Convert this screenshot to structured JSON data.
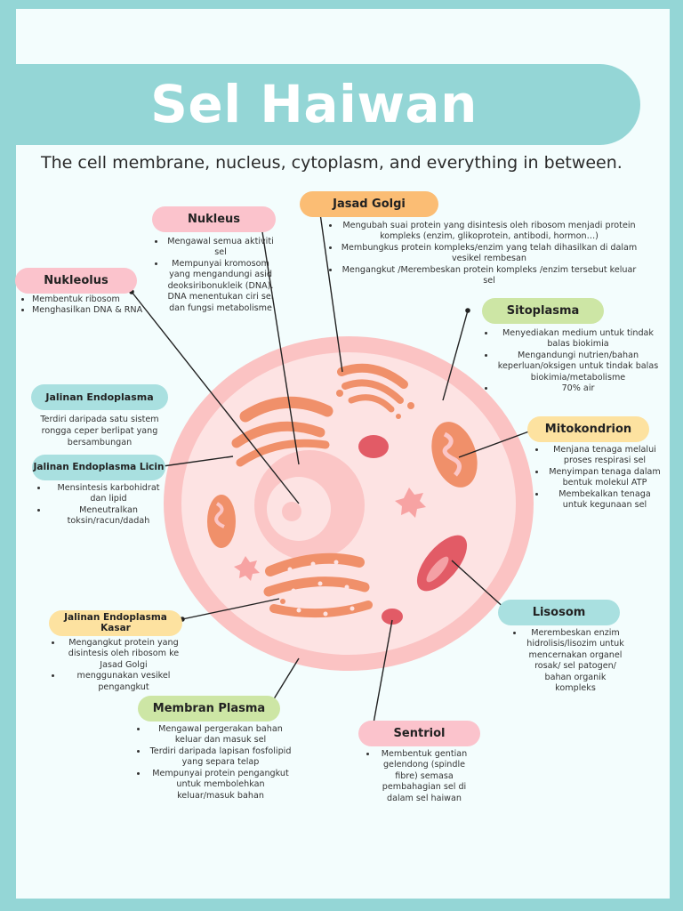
{
  "title": "Sel Haiwan",
  "subtitle": "The cell membrane, nucleus, cytoplasm, and everything in between.",
  "colors": {
    "frame": "#94d6d6",
    "background": "#f3fdfd",
    "pink_label": "#fbc3cc",
    "orange_label": "#fbbd74",
    "green_label": "#cde6a5",
    "yellow_label": "#fde2a0",
    "teal_label": "#a9e0e0",
    "organelle_orange": "#f0906a",
    "organelle_red": "#e25b66",
    "cell_pink": "#fbc3c3"
  },
  "labels": {
    "jasad_golgi": {
      "title": "Jasad Golgi",
      "items": [
        "Mengubah suai protein yang disintesis oleh ribosom menjadi protein kompleks (enzim, glikoprotein, antibodi, hormon…)",
        "Membungkus protein kompleks/enzim yang telah dihasilkan di dalam vesikel rembesan",
        "Mengangkut /Merembeskan protein kompleks /enzim tersebut keluar sel"
      ]
    },
    "nukleus": {
      "title": "Nukleus",
      "items": [
        "Mengawal semua aktiviti sel",
        "Mempunyai kromosom yang mengandungi asid deoksiribonukleik (DNA). DNA menentukan ciri sel dan fungsi metabolisme"
      ]
    },
    "nukleolus": {
      "title": "Nukleolus",
      "items": [
        "Membentuk ribosom",
        "Menghasilkan DNA & RNA"
      ]
    },
    "sitoplasma": {
      "title": "Sitoplasma",
      "items": [
        "Menyediakan medium untuk tindak balas biokimia",
        "Mengandungi nutrien/bahan keperluan/oksigen untuk tindak balas biokimia/metabolisme",
        "70% air"
      ]
    },
    "jalinan_endoplasma": {
      "title": "Jalinan Endoplasma",
      "text": "Terdiri daripada satu sistem rongga ceper berlipat yang bersambungan"
    },
    "mitokondrion": {
      "title": "Mitokondrion",
      "items": [
        "Menjana tenaga melalui proses respirasi sel",
        "Menyimpan tenaga dalam bentuk molekul ATP",
        "Membekalkan tenaga untuk kegunaan sel"
      ]
    },
    "jalinan_licin": {
      "title": "Jalinan Endoplasma Licin",
      "items": [
        "Mensintesis karbohidrat dan lipid",
        "Meneutralkan toksin/racun/dadah"
      ]
    },
    "jalinan_kasar": {
      "title": "Jalinan Endoplasma Kasar",
      "items": [
        "Mengangkut protein yang disintesis oleh ribosom ke Jasad Golgi",
        "menggunakan vesikel pengangkut"
      ]
    },
    "lisosom": {
      "title": "Lisosom",
      "items": [
        "Merembeskan enzim hidrolisis/lisozim untuk mencernakan organel rosak/ sel patogen/ bahan organik kompleks"
      ]
    },
    "membran_plasma": {
      "title": "Membran Plasma",
      "items": [
        "Mengawal pergerakan bahan keluar dan masuk sel",
        "Terdiri daripada lapisan fosfolipid yang separa telap",
        "Mempunyai protein pengangkut untuk membolehkan keluar/masuk bahan"
      ]
    },
    "sentriol": {
      "title": "Sentriol",
      "items": [
        "Membentuk gentian gelendong (spindle fibre) semasa pembahagian sel di dalam sel haiwan"
      ]
    }
  }
}
